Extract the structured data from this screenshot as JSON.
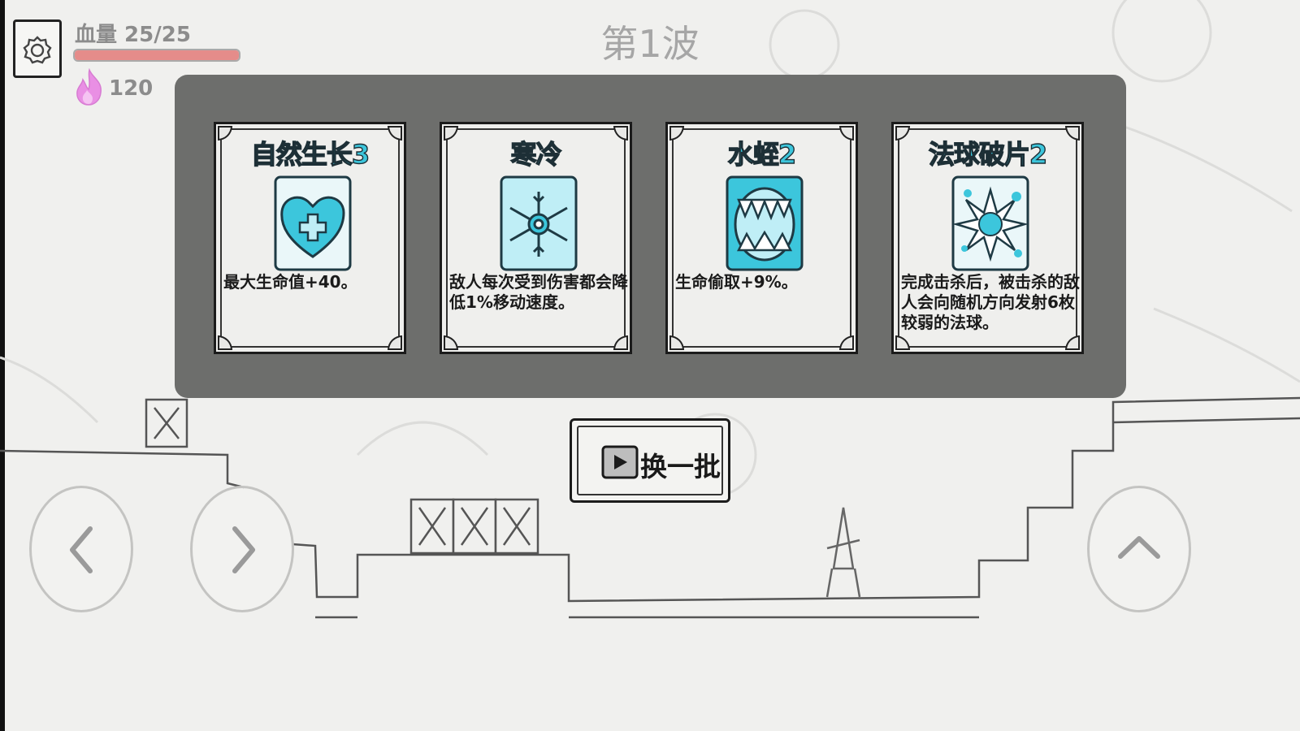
{
  "hud": {
    "hp_label": "血量 25/25",
    "hp_current": 25,
    "hp_max": 25,
    "currency_value": "120",
    "wave_label": "第1波"
  },
  "cards": [
    {
      "title": "自然生长3",
      "icon": "heart-plus-icon",
      "description": "最大生命值+40。"
    },
    {
      "title": "寒冷",
      "icon": "snowflake-icon",
      "description": "敌人每次受到伤害都会降低1%移动速度。"
    },
    {
      "title": "水蛭2",
      "icon": "leech-mouth-icon",
      "description": "生命偷取+9%。"
    },
    {
      "title": "法球破片2",
      "icon": "orb-burst-icon",
      "description": "完成击杀后，被击杀的敌人会向随机方向发射6枚较弱的法球。"
    }
  ],
  "refresh_button": {
    "label": "换一批",
    "icon": "video-ad-icon"
  },
  "controls": {
    "left": "chevron-left-icon",
    "right": "chevron-right-icon",
    "jump": "chevron-up-icon"
  },
  "colors": {
    "panel": "#6d6e6c",
    "card_title": "#3cc6dc",
    "hp_fill": "#e58c8a",
    "flame": "#e98fe4"
  }
}
